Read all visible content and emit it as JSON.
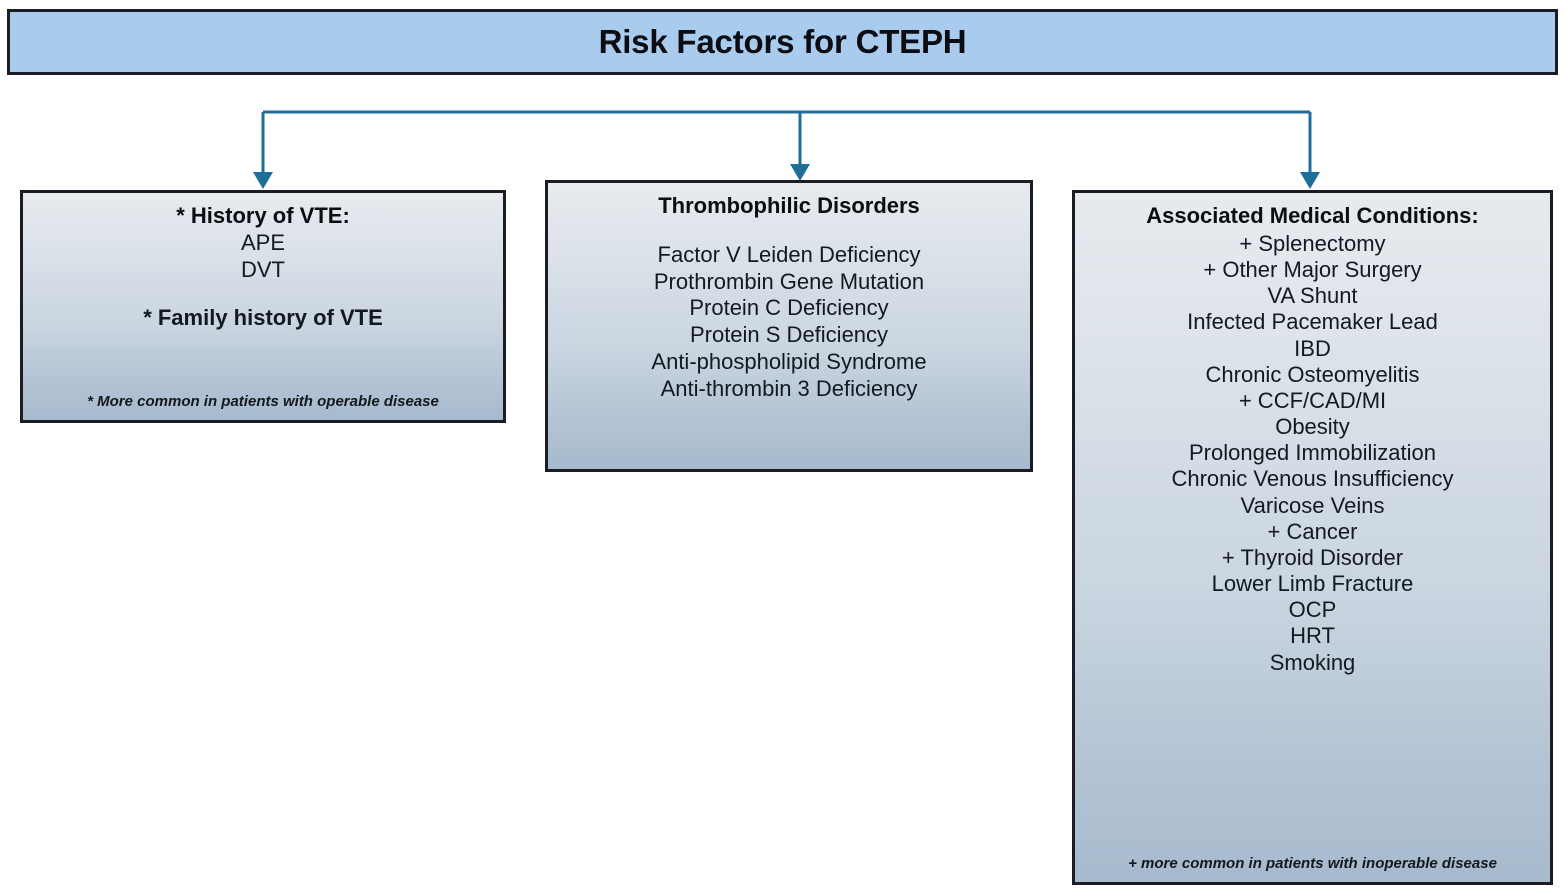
{
  "title": {
    "text": "Risk Factors for CTEPH",
    "fill_color": "#a9cbed",
    "border_color": "#1b1c24"
  },
  "connector": {
    "color": "#1f6d99",
    "style": "orthogonal-elbow-with-arrowheads"
  },
  "boxes": [
    {
      "id": "history-of-vte",
      "heading": "* History of VTE:",
      "lines": [
        "APE",
        "DVT"
      ],
      "subheading": "* Family history of VTE",
      "footnote": "* More common in patients with operable disease"
    },
    {
      "id": "thrombophilic-disorders",
      "heading": "Thrombophilic Disorders",
      "lines": [
        "Factor V Leiden Deficiency",
        "Prothrombin Gene Mutation",
        "Protein C Deficiency",
        "Protein S Deficiency",
        "Anti-phospholipid Syndrome",
        "Anti-thrombin 3 Deficiency"
      ],
      "subheading": "",
      "footnote": ""
    },
    {
      "id": "associated-medical-conditions",
      "heading": "Associated Medical Conditions:",
      "lines": [
        "+ Splenectomy",
        "+ Other Major Surgery",
        "VA Shunt",
        "Infected Pacemaker Lead",
        "IBD",
        "Chronic Osteomyelitis",
        "+ CCF/CAD/MI",
        "Obesity",
        "Prolonged Immobilization",
        "Chronic Venous Insufficiency",
        "Varicose Veins",
        "+  Cancer",
        "+  Thyroid Disorder",
        "Lower Limb Fracture",
        "OCP",
        "HRT",
        "Smoking"
      ],
      "subheading": "",
      "footnote": "+ more common in patients with inoperable disease"
    }
  ]
}
